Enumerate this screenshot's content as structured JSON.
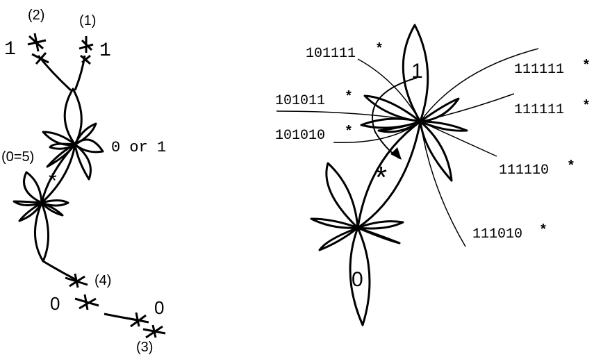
{
  "left_tree": {
    "branch_labels": [
      "(2)",
      "(1)",
      "(0=5)",
      "(4)",
      "(3)"
    ],
    "digit_labels": [
      "1",
      "1",
      "0",
      "0"
    ],
    "or_label": "0 or 1",
    "star": "*"
  },
  "right_tree": {
    "top_digit": "1",
    "bottom_digit": "0",
    "star": "*",
    "codes": [
      "101111",
      "101011",
      "101010",
      "111111",
      "111111",
      "111110",
      "111010"
    ],
    "code_star": "*"
  },
  "colors": {
    "ink": "#000000",
    "paper": "#ffffff"
  }
}
